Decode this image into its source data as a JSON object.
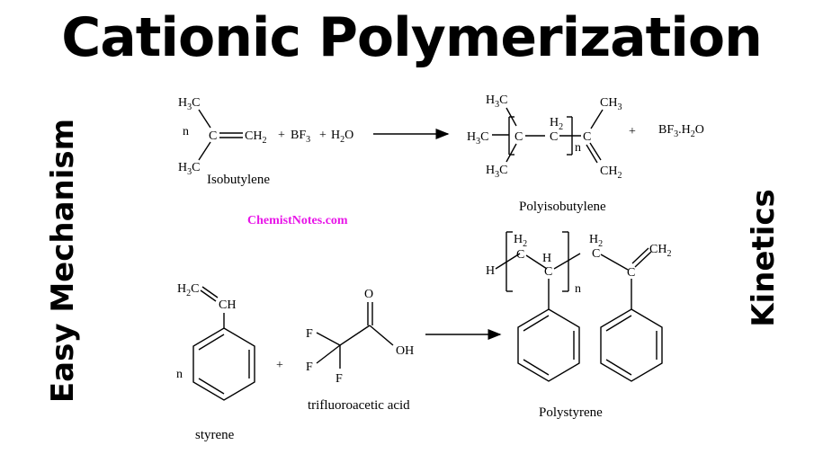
{
  "title": "Cationic Polymerization",
  "side_left": "Easy Mechanism",
  "side_right": "Kinetics",
  "watermark": {
    "text": "ChemistNotes.com",
    "color": "#e815e8"
  },
  "reaction1": {
    "n": "n",
    "isobutylene_label": "Isobutylene",
    "plus1": "+",
    "bf3": "BF",
    "bf3_sub": "3",
    "plus2": "+",
    "h2o": "H",
    "h2o_sub": "2",
    "h2o_o": "O",
    "product_label": "Polyisobutylene",
    "plus3": "+",
    "byproduct": "BF",
    "byproduct_sub": "3",
    "byproduct_rest": ".H",
    "byproduct_sub2": "2",
    "byproduct_o": "O"
  },
  "reaction2": {
    "n": "n",
    "styrene_label": "styrene",
    "plus": "+",
    "tfa_label": "trifluoroacetic acid",
    "product_label": "Polystyrene",
    "product_n": "n"
  }
}
